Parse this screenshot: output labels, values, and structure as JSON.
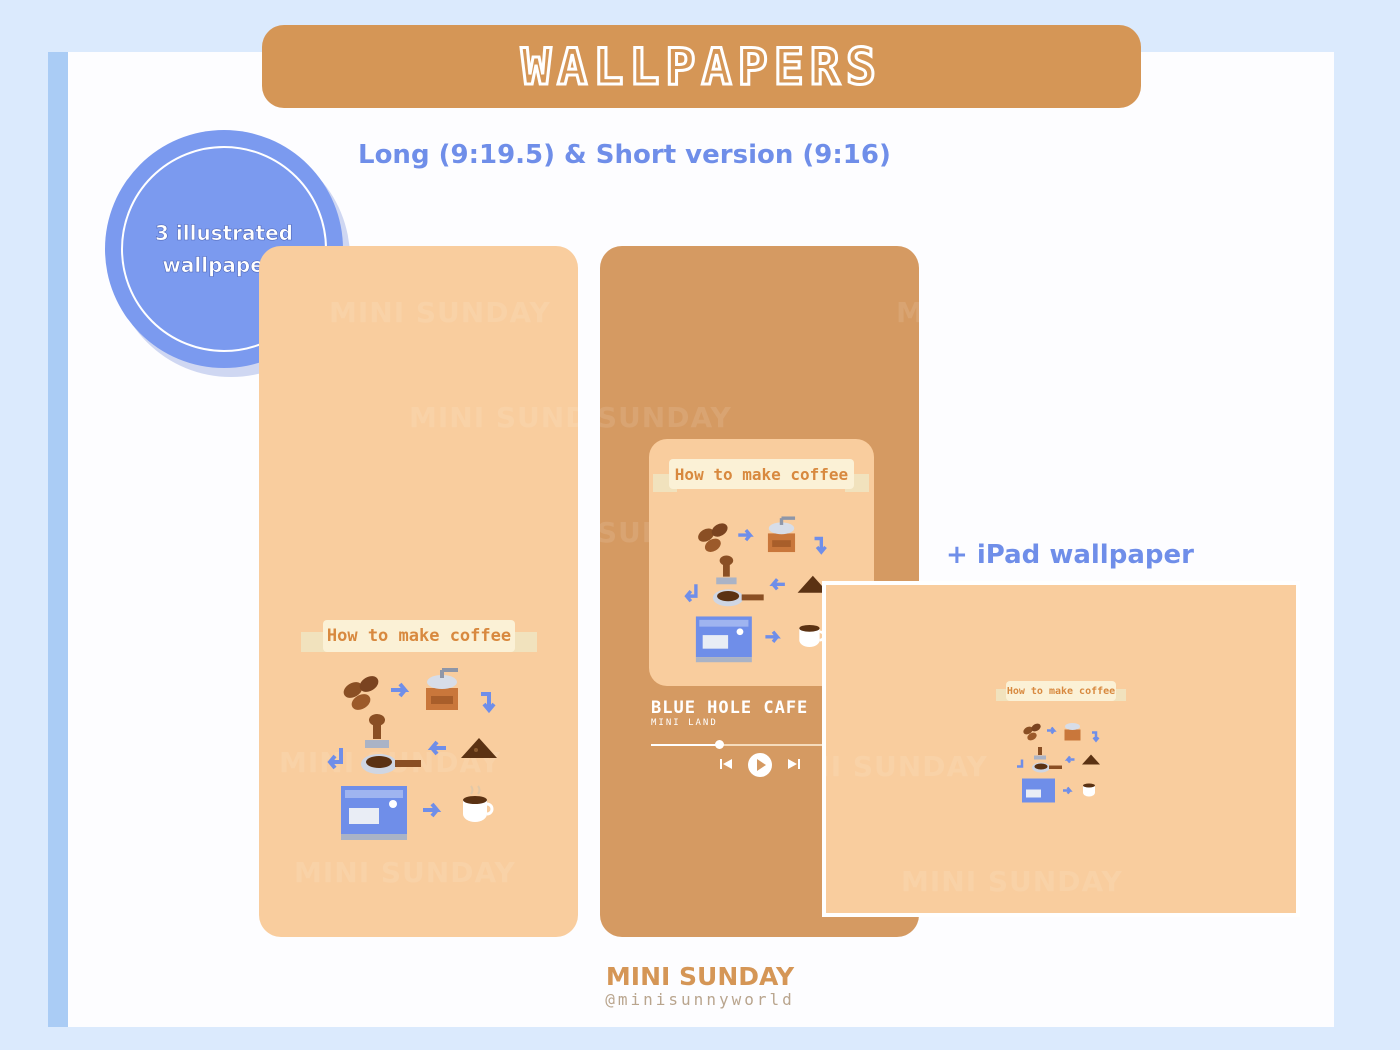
{
  "page": {
    "title": "WALLPAPERS",
    "subtitle": "Long (9:19.5) & Short version (9:16)",
    "badge_line1": "3 illustrated",
    "badge_line2": "wallpapers",
    "ipad_label": "+ iPad wallpaper"
  },
  "artwork": {
    "recipe_title": "How to make coffee",
    "watermark": "MINI SUNDAY",
    "steps_icons": [
      "coffee-beans-icon",
      "grinder-icon",
      "ground-coffee-icon",
      "tamper-icon",
      "portafilter-icon",
      "espresso-machine-icon",
      "coffee-cup-icon"
    ]
  },
  "music_widget": {
    "song_title": "BLUE HOLE CAFE",
    "artist": "MINI LAND",
    "progress": 0.3
  },
  "footer": {
    "brand": "MINI SUNDAY",
    "handle": "@minisunnyworld"
  },
  "colors": {
    "background": "#dbeafd",
    "banner": "#d59656",
    "accent_blue": "#6f8ee9",
    "peach": "#f9cd9e",
    "caramel": "#d59a62"
  }
}
